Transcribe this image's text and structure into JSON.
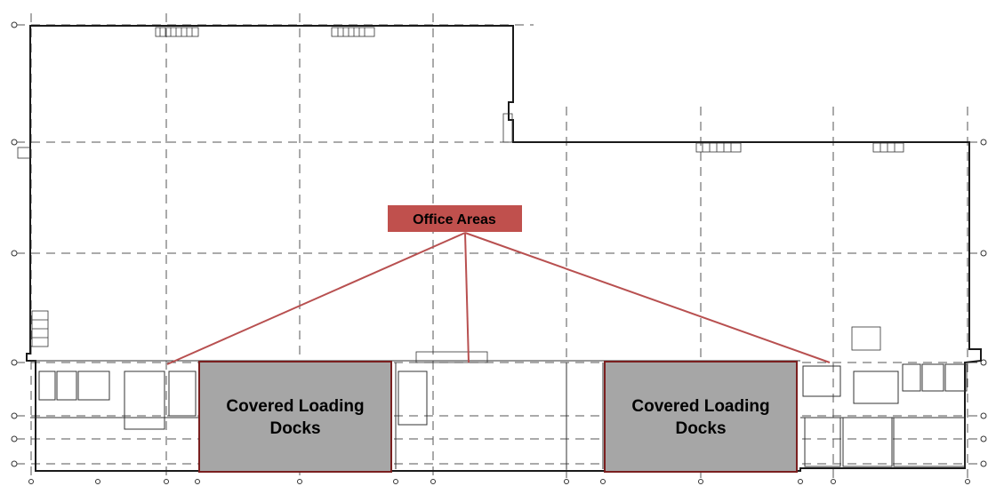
{
  "callout": {
    "label": "Office Areas",
    "color": "#c0504d"
  },
  "docks": [
    {
      "line1": "Covered Loading",
      "line2": "Docks"
    },
    {
      "line1": "Covered Loading",
      "line2": "Docks"
    }
  ],
  "colors": {
    "dock_fill": "#a6a6a6",
    "dock_border": "#7a1f1f",
    "leader_line": "#b85050"
  }
}
